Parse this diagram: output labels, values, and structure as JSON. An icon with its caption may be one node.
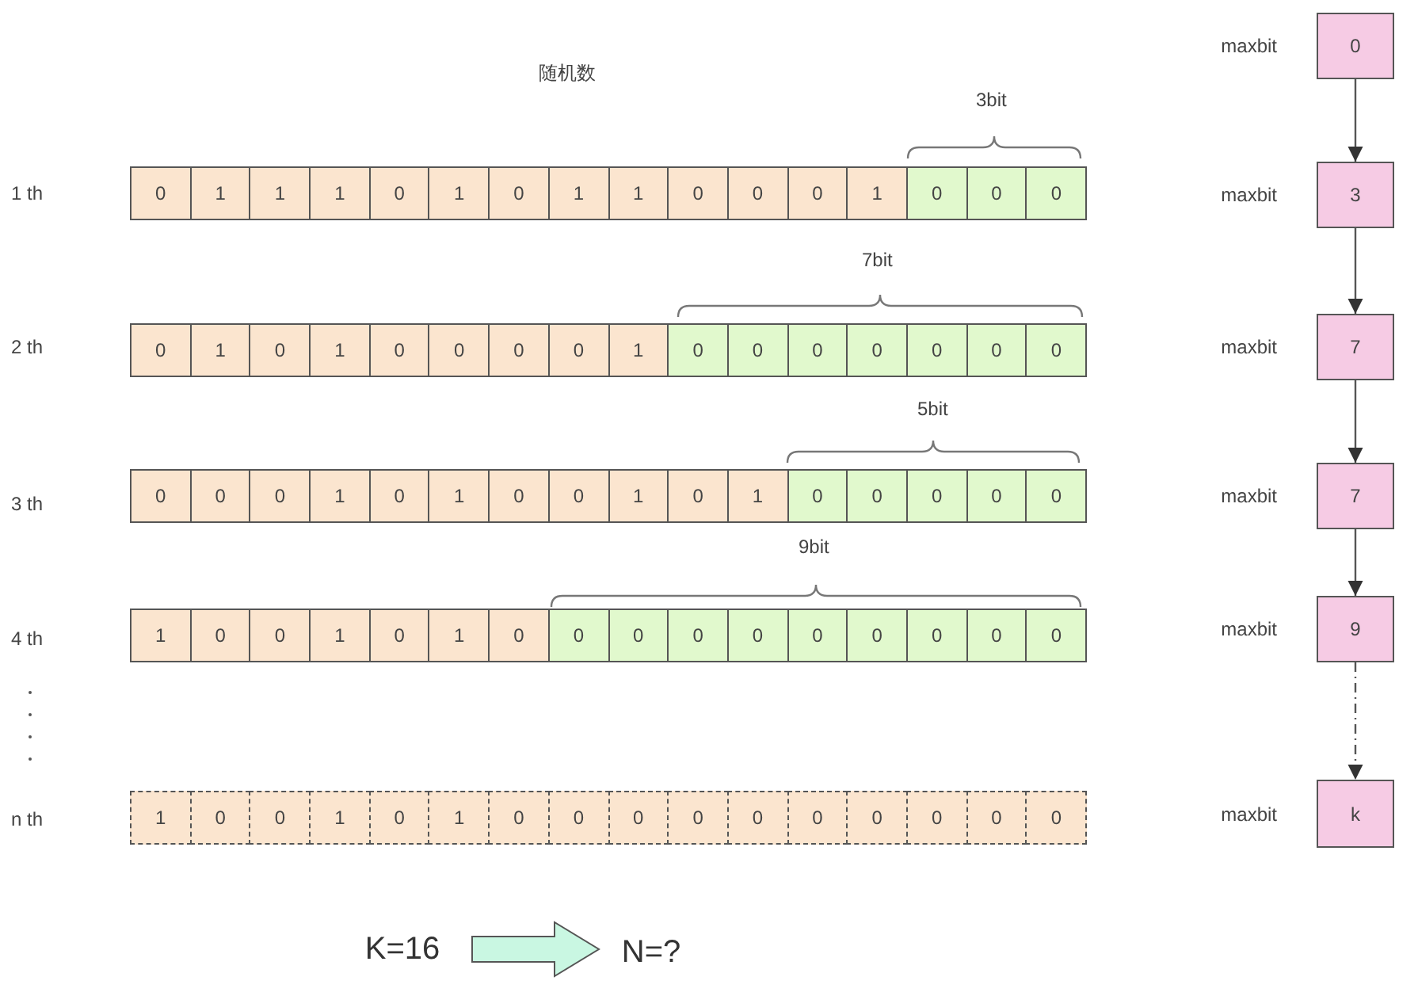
{
  "diagram": {
    "nodes": [
      {
        "text": [
          "0"
        ],
        "beside": [
          "maxbit"
        ]
      },
      {
        "text": [
          "0"
        ]
      },
      {
        "text": [
          "1"
        ]
      },
      {
        "text": [
          "1"
        ]
      },
      {
        "text": [
          "1"
        ]
      },
      {
        "text": [
          "0"
        ]
      },
      {
        "text": [
          "1"
        ]
      },
      {
        "text": [
          "0"
        ]
      },
      {
        "text": [
          "1"
        ]
      },
      {
        "text": [
          "1"
        ]
      },
      {
        "text": [
          "0"
        ]
      },
      {
        "text": [
          "0"
        ]
      },
      {
        "text": [
          "0"
        ]
      },
      {
        "text": [
          "1"
        ]
      },
      {
        "text": [
          "0"
        ]
      },
      {
        "text": [
          "0"
        ]
      },
      {
        "text": [
          "0"
        ]
      },
      {
        "text": [
          "3"
        ],
        "beside": [
          "maxbit"
        ]
      },
      {
        "text": [
          "0"
        ]
      },
      {
        "text": [
          "1"
        ]
      },
      {
        "text": [
          "0"
        ]
      },
      {
        "text": [
          "1"
        ]
      },
      {
        "text": [
          "0"
        ]
      },
      {
        "text": [
          "0"
        ]
      },
      {
        "text": [
          "0"
        ]
      },
      {
        "text": [
          "0"
        ]
      },
      {
        "text": [
          "1"
        ]
      },
      {
        "text": [
          "0"
        ]
      },
      {
        "text": [
          "0"
        ]
      },
      {
        "text": [
          "0"
        ]
      },
      {
        "text": [
          "0"
        ]
      },
      {
        "text": [
          "0"
        ]
      },
      {
        "text": [
          "0"
        ]
      },
      {
        "text": [
          "0"
        ]
      },
      {
        "text": [
          "7"
        ],
        "beside": [
          "maxbit"
        ]
      },
      {
        "text": [
          "0"
        ]
      },
      {
        "text": [
          "0"
        ]
      },
      {
        "text": [
          "0"
        ]
      },
      {
        "text": [
          "1"
        ]
      },
      {
        "text": [
          "0"
        ]
      },
      {
        "text": [
          "1"
        ]
      },
      {
        "text": [
          "0"
        ]
      },
      {
        "text": [
          "0"
        ]
      },
      {
        "text": [
          "1"
        ]
      },
      {
        "text": [
          "0"
        ]
      },
      {
        "text": [
          "1"
        ]
      },
      {
        "text": [
          "0"
        ]
      },
      {
        "text": [
          "0"
        ]
      },
      {
        "text": [
          "0"
        ]
      },
      {
        "text": [
          "0"
        ]
      },
      {
        "text": [
          "0"
        ]
      },
      {
        "text": [
          "7"
        ],
        "beside": [
          "maxbit"
        ]
      },
      {
        "text": [
          "1"
        ]
      },
      {
        "text": [
          "0"
        ]
      },
      {
        "text": [
          "0"
        ]
      },
      {
        "text": [
          "1"
        ]
      },
      {
        "text": [
          "0"
        ]
      },
      {
        "text": [
          "1"
        ]
      },
      {
        "text": [
          "0"
        ]
      },
      {
        "text": [
          "0"
        ]
      },
      {
        "text": [
          "0"
        ]
      },
      {
        "text": [
          "0"
        ]
      },
      {
        "text": [
          "0"
        ]
      },
      {
        "text": [
          "0"
        ]
      },
      {
        "text": [
          "0"
        ]
      },
      {
        "text": [
          "0"
        ]
      },
      {
        "text": [
          "0"
        ]
      },
      {
        "text": [
          "0"
        ]
      },
      {
        "text": [
          "9"
        ],
        "beside": [
          "maxbit"
        ]
      },
      {
        "text": [
          "1"
        ]
      },
      {
        "text": [
          "0"
        ]
      },
      {
        "text": [
          "0"
        ]
      },
      {
        "text": [
          "1"
        ]
      },
      {
        "text": [
          "0"
        ]
      },
      {
        "text": [
          "1"
        ]
      },
      {
        "text": [
          "0"
        ]
      },
      {
        "text": [
          "0"
        ]
      },
      {
        "text": [
          "0"
        ]
      },
      {
        "text": [
          "0"
        ]
      },
      {
        "text": [
          "0"
        ]
      },
      {
        "text": [
          "0"
        ]
      },
      {
        "text": [
          "0"
        ]
      },
      {
        "text": [
          "0"
        ]
      },
      {
        "text": [
          "0"
        ]
      },
      {
        "text": [
          "0"
        ]
      },
      {
        "text": [
          "k"
        ],
        "beside": [
          "maxbit"
        ]
      },
      {
        "text": [
          "K=16"
        ]
      },
      {
        "text": [
          "N=?"
        ]
      }
    ],
    "edges": [
      {
        "from": 0,
        "to": 17,
        "arrow": "to"
      },
      {
        "from": 17,
        "to": 34,
        "arrow": "to"
      },
      {
        "from": 34,
        "to": 51,
        "arrow": "to"
      },
      {
        "from": 51,
        "to": 68,
        "arrow": "to"
      },
      {
        "from": 68,
        "to": 85,
        "arrow": "to",
        "style": "dashed"
      },
      {
        "from": 86,
        "to": 87,
        "arrow": "to",
        "style": "thick"
      }
    ],
    "labels": [
      "随机数",
      "3bit",
      "1 th",
      "7bit",
      "2 th",
      "5bit",
      "3 th",
      "9bit",
      "4 th",
      "n th"
    ]
  }
}
